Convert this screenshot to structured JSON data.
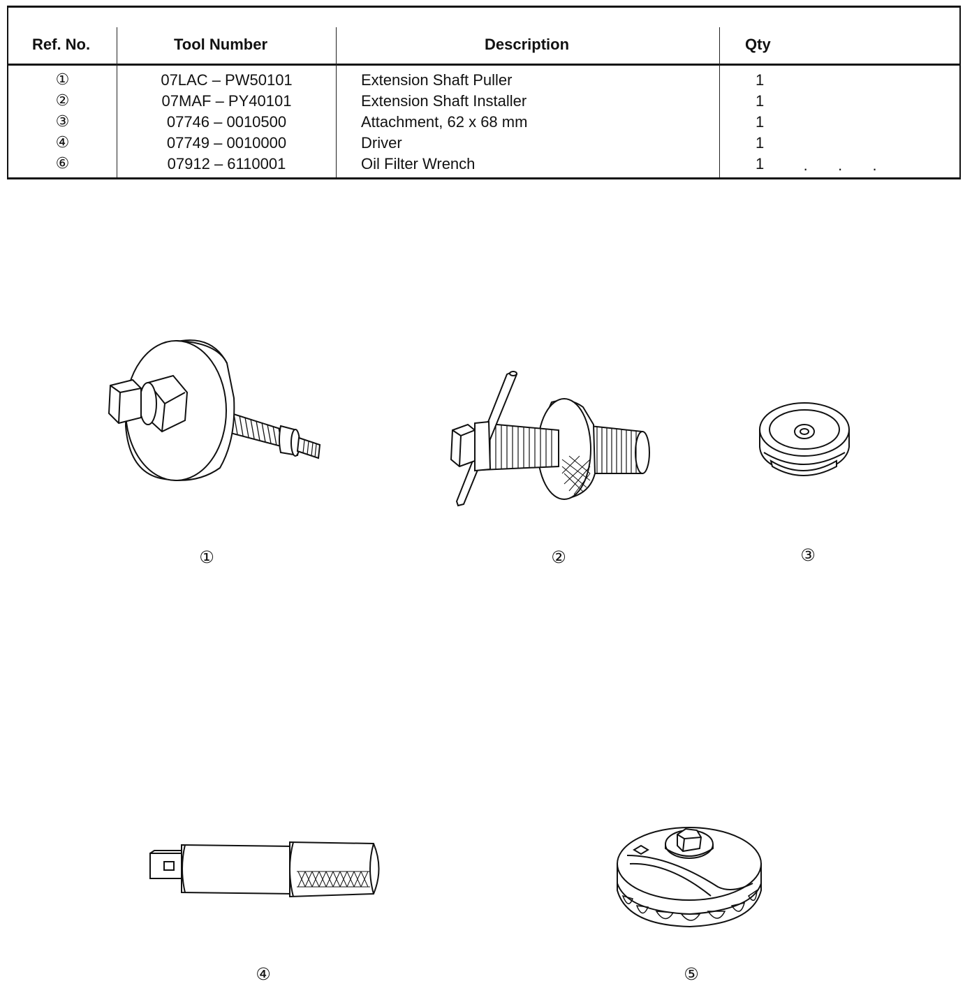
{
  "table": {
    "headers": {
      "ref_no": "Ref. No.",
      "tool_number": "Tool Number",
      "description": "Description",
      "qty": "Qty"
    },
    "rows": [
      {
        "ref": "①",
        "tool_number": "07LAC – PW50101",
        "description": "Extension Shaft Puller",
        "qty": "1"
      },
      {
        "ref": "②",
        "tool_number": "07MAF – PY40101",
        "description": "Extension Shaft Installer",
        "qty": "1"
      },
      {
        "ref": "③",
        "tool_number": "07746 – 0010500",
        "description": "Attachment, 62 x 68 mm",
        "qty": "1"
      },
      {
        "ref": "④",
        "tool_number": "07749 – 0010000",
        "description": "Driver",
        "qty": "1"
      },
      {
        "ref": "⑥",
        "tool_number": "07912 – 6110001",
        "description": "Oil Filter Wrench",
        "qty": "1"
      }
    ]
  },
  "figures": {
    "fig1_label": "①",
    "fig2_label": "②",
    "fig3_label": "③",
    "fig4_label": "④",
    "fig5_label": "⑤"
  },
  "icons": {
    "fig1": "extension-shaft-puller-drawing",
    "fig2": "extension-shaft-installer-drawing",
    "fig3": "attachment-drawing",
    "fig4": "driver-drawing",
    "fig5": "oil-filter-wrench-drawing"
  }
}
